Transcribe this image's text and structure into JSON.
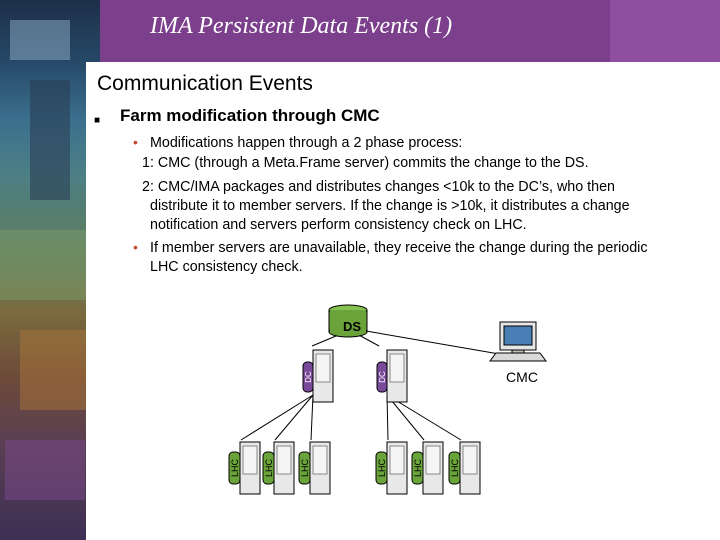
{
  "slide": {
    "title": "IMA Persistent Data Events (1)",
    "heading": "Communication Events",
    "subheading": "Farm modification through CMC"
  },
  "body": {
    "bullet1": "Modifications happen through a 2 phase process:",
    "step1": "1: CMC (through a Meta.Frame server) commits the change to the DS.",
    "step2_a": "2: CMC/IMA packages and distributes changes <10k to the DC’s, who then",
    "step2_b": "distribute it to member servers.  If the change is >10k, it distributes a change",
    "step2_c": "notification and servers perform consistency check on LHC.",
    "bullet2_a": "If member servers are unavailable, they receive the change during the periodic",
    "bullet2_b": "LHC consistency check."
  },
  "diagram": {
    "ds_label": "DS",
    "cmc_label": "CMC",
    "dc_label": "DC",
    "lhc_label": "LHC",
    "colors": {
      "ds": "#6aa33a",
      "dc_disk": "#7a4a9a",
      "lhc_disk": "#6aa33a",
      "frame": "#000000"
    },
    "icons": [
      "database-icon",
      "workstation-icon",
      "server-icon"
    ]
  }
}
